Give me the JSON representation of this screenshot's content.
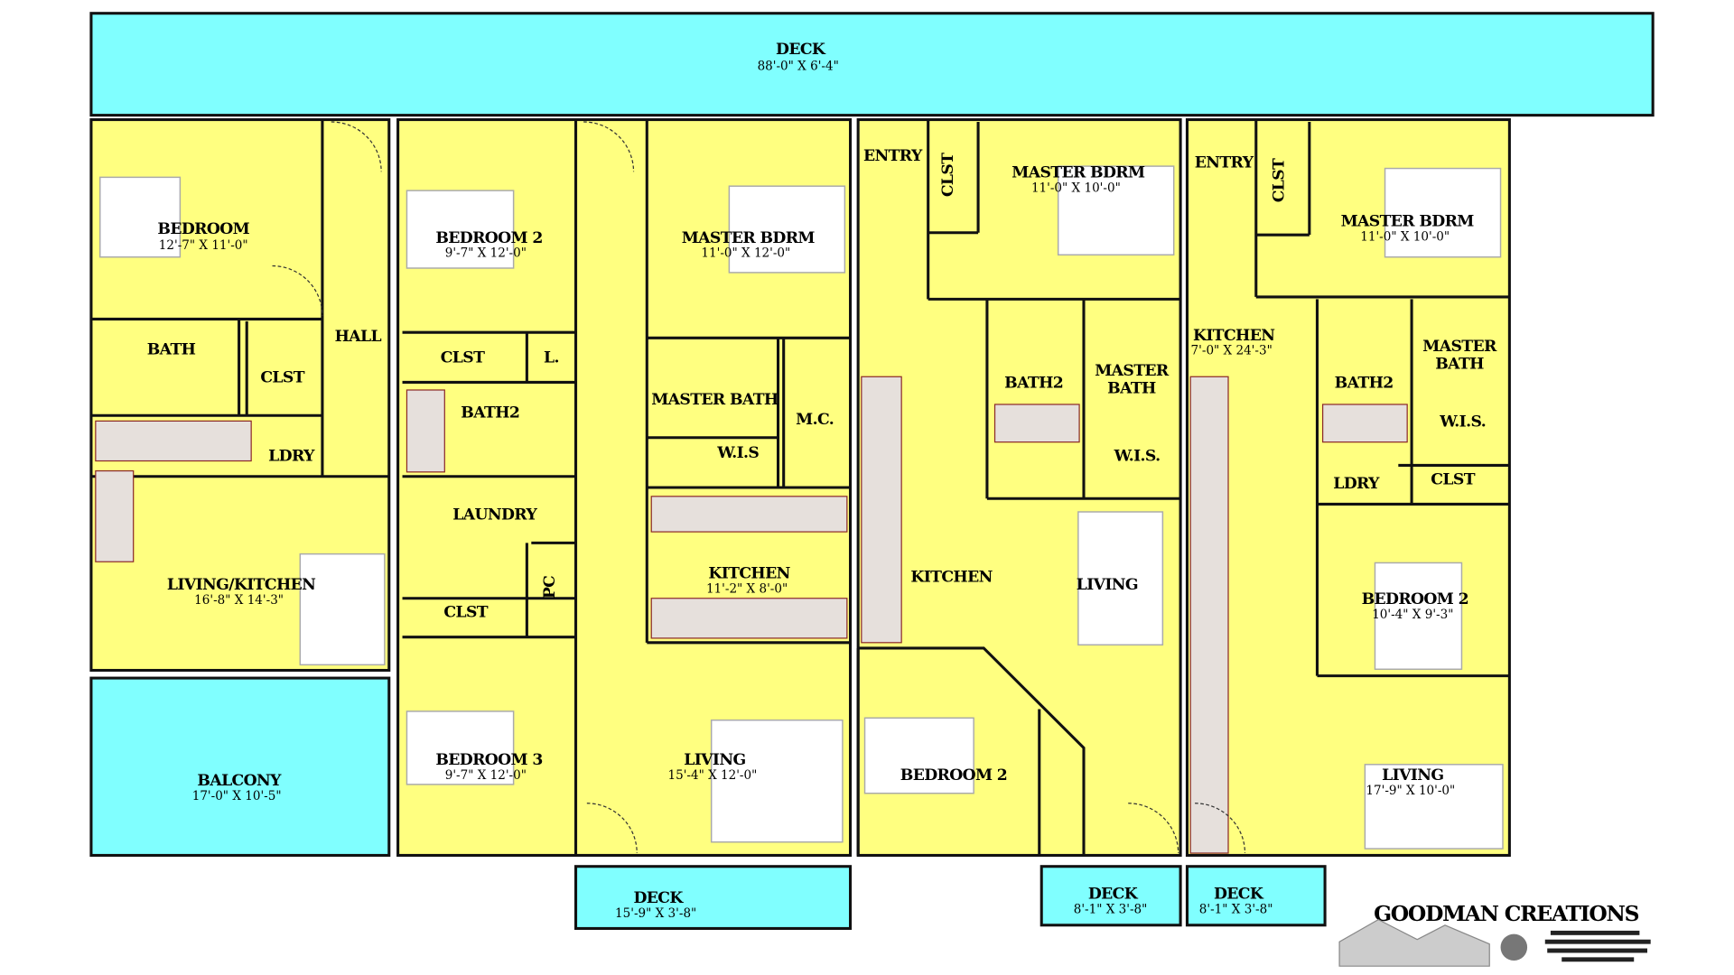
{
  "title": "Goodman Creations floor plan",
  "colors": {
    "room": "#ffff80",
    "outdoor": "#80ffff",
    "wall": "#111111"
  },
  "deck_top": {
    "name": "DECK",
    "dims": "88'-0\" X 6'-4\""
  },
  "unit1": {
    "bedroom": {
      "name": "BEDROOM",
      "dims": "12'-7\" X 11'-0\""
    },
    "hall": "HALL",
    "bath": "BATH",
    "clst": "CLST",
    "ldry": "LDRY",
    "living_kitchen": {
      "name": "LIVING/KITCHEN",
      "dims": "16'-8\" X 14'-3\""
    },
    "balcony": {
      "name": "BALCONY",
      "dims": "17'-0\" X 10'-5\""
    }
  },
  "unit2": {
    "bedroom2": {
      "name": "BEDROOM 2",
      "dims": "9'-7\" X 12'-0\""
    },
    "clst1": "CLST",
    "linen": "L.",
    "bath2": "BATH2",
    "laundry": "LAUNDRY",
    "pc": "PC",
    "clst2": "CLST",
    "bedroom3": {
      "name": "BEDROOM 3",
      "dims": "9'-7\" X 12'-0\""
    },
    "master_bdrm": {
      "name": "MASTER BDRM",
      "dims": "11'-0\" X 12'-0\""
    },
    "master_bath": "MASTER BATH",
    "mc": "M.C.",
    "wis": "W.I.S",
    "kitchen": {
      "name": "KITCHEN",
      "dims": "11'-2\" X 8'-0\""
    },
    "living": {
      "name": "LIVING",
      "dims": "15'-4\" X 12'-0\""
    },
    "deck": {
      "name": "DECK",
      "dims": "15'-9\" X 3'-8\""
    }
  },
  "unit3": {
    "entry": "ENTRY",
    "clst": "CLST",
    "master_bdrm": {
      "name": "MASTER BDRM",
      "dims": "11'-0\" X 10'-0\""
    },
    "bath2": "BATH2",
    "master_bath_1": "MASTER",
    "master_bath_2": "BATH",
    "wis": "W.I.S.",
    "kitchen": "KITCHEN",
    "living": "LIVING",
    "bedroom2": "BEDROOM 2",
    "deck": {
      "name": "DECK",
      "dims": "8'-1\" X 3'-8\""
    }
  },
  "unit4": {
    "entry": "ENTRY",
    "clst": "CLST",
    "master_bdrm": {
      "name": "MASTER BDRM",
      "dims": "11'-0\" X 10'-0\""
    },
    "kitchen": {
      "name": "KITCHEN",
      "dims": "7'-0\" X 24'-3\""
    },
    "bath2": "BATH2",
    "master_bath_1": "MASTER",
    "master_bath_2": "BATH",
    "wis": "W.I.S.",
    "ldry": "LDRY",
    "clst2": "CLST",
    "bedroom2": {
      "name": "BEDROOM 2",
      "dims": "10'-4\" X 9'-3\""
    },
    "living": {
      "name": "LIVING",
      "dims": "17'-9\" X 10'-0\""
    },
    "deck": {
      "name": "DECK",
      "dims": "8'-1\" X 3'-8\""
    }
  },
  "logo": {
    "name": "GOODMAN CREATIONS"
  }
}
